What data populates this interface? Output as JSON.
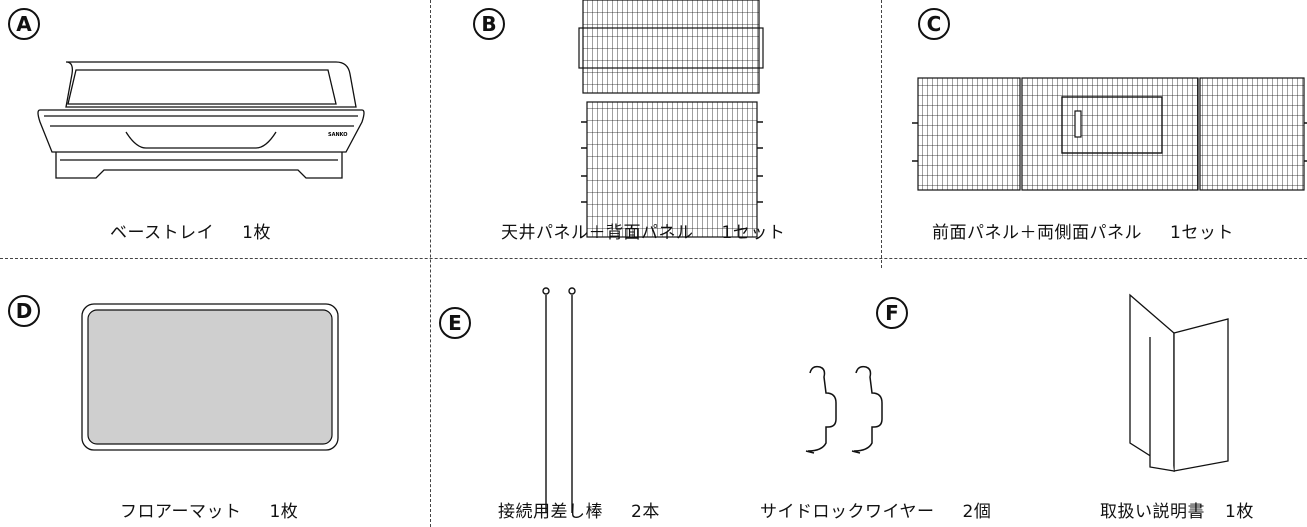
{
  "parts": [
    {
      "letter": "A",
      "name": "ベーストレイ",
      "qty": "1枚",
      "icon": "base-tray-illustration",
      "logo_text": "SANKO"
    },
    {
      "letter": "B",
      "name": "天井パネル＋背面パネル",
      "qty": "1セット",
      "icon": "wire-panel-illustration"
    },
    {
      "letter": "C",
      "name": "前面パネル＋両側面パネル",
      "qty": "1セット",
      "icon": "wire-panel-illustration"
    },
    {
      "letter": "D",
      "name": "フロアーマット",
      "qty": "1枚",
      "icon": "floor-mat-illustration"
    },
    {
      "letter": "E",
      "name": "接続用差し棒",
      "qty": "2本",
      "icon": "connecting-rod-illustration"
    },
    {
      "letter": "F",
      "name": "サイドロックワイヤー",
      "qty": "2個",
      "icon": "side-lock-wire-illustration"
    },
    {
      "letter": "",
      "name": "取扱い説明書",
      "qty": "1枚",
      "icon": "manual-booklet-illustration"
    }
  ],
  "colors": {
    "line": "#111111",
    "mat_fill": "#cfcfcf",
    "divider": "#444444"
  }
}
